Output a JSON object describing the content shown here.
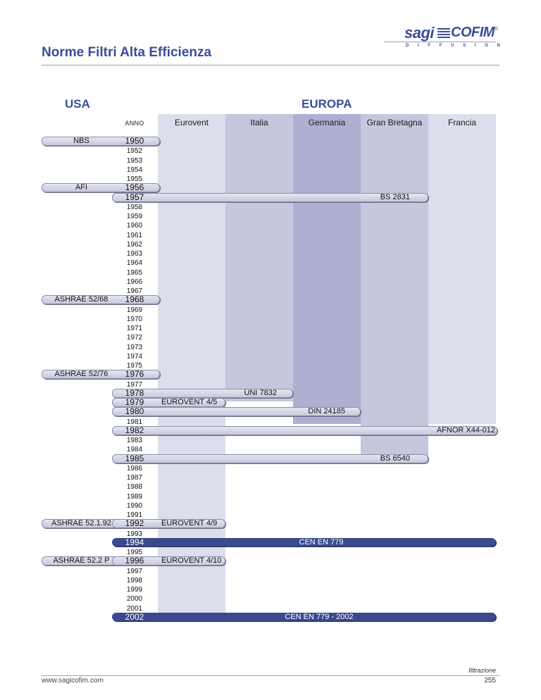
{
  "title": "Norme Filtri Alta Efficienza",
  "logo": {
    "sagi": "sagi",
    "cofim": "COFIM",
    "reg": "®",
    "diffusion": [
      "D",
      "I",
      "F",
      "F",
      "U",
      "S",
      "I",
      "O",
      "N"
    ]
  },
  "regions": {
    "usa": "USA",
    "europa": "EUROPA"
  },
  "anno_label": "ANNO",
  "columns": [
    "Eurovent",
    "Italia",
    "Germania",
    "Gran Bretagna",
    "Francia"
  ],
  "colors": {
    "accent": "#3a4d9a",
    "dark_bar": "#3b4a8c",
    "col_light": "#dcdeec",
    "col_mid": "#c5c7dc",
    "col_dark": "#adb0d0"
  },
  "years": [
    "1950",
    "1952",
    "1953",
    "1954",
    "1955",
    "1956",
    "1957",
    "1958",
    "1959",
    "1960",
    "1961",
    "1962",
    "1963",
    "1964",
    "1965",
    "1966",
    "1967",
    "1968",
    "1969",
    "1970",
    "1971",
    "1972",
    "1973",
    "1974",
    "1975",
    "1976",
    "1977",
    "1978",
    "1979",
    "1980",
    "1981",
    "1982",
    "1983",
    "1984",
    "1985",
    "1986",
    "1987",
    "1988",
    "1989",
    "1990",
    "1991",
    "1992",
    "1993",
    "1994",
    "1995",
    "1996",
    "1997",
    "1998",
    "1999",
    "2000",
    "2001",
    "2002"
  ],
  "highlight_years": [
    "1950",
    "1956",
    "1957",
    "1968",
    "1976",
    "1978",
    "1979",
    "1980",
    "1982",
    "1985",
    "1992",
    "1994",
    "1996",
    "2002"
  ],
  "usa_standards": [
    {
      "label": "NBS",
      "year": "1950"
    },
    {
      "label": "AFI",
      "year": "1956"
    },
    {
      "label": "ASHRAE 52/68",
      "year": "1968"
    },
    {
      "label": "ASHRAE 52/76",
      "year": "1976"
    },
    {
      "label": "ASHRAE 52.1.92",
      "year": "1992"
    },
    {
      "label": "ASHRAE 52.2 P",
      "year": "1996"
    }
  ],
  "eu_standards": [
    {
      "label": "BS 2831",
      "year": "1957"
    },
    {
      "label": "UNI 7832",
      "year": "1978"
    },
    {
      "label": "EUROVENT 4/5",
      "year": "1979"
    },
    {
      "label": "DIN 24185",
      "year": "1980"
    },
    {
      "label": "AFNOR X44-012",
      "year": "1982"
    },
    {
      "label": "BS 6540",
      "year": "1985"
    },
    {
      "label": "EUROVENT 4/9",
      "year": "1992"
    },
    {
      "label": "CEN EN 779",
      "year": "1994"
    },
    {
      "label": "EUROVENT 4/10",
      "year": "1996"
    },
    {
      "label": "CEN EN 779 - 2002",
      "year": "2002"
    }
  ],
  "footer": {
    "url": "www.sagicofim.com",
    "category": "filtrazione",
    "page": "255"
  }
}
